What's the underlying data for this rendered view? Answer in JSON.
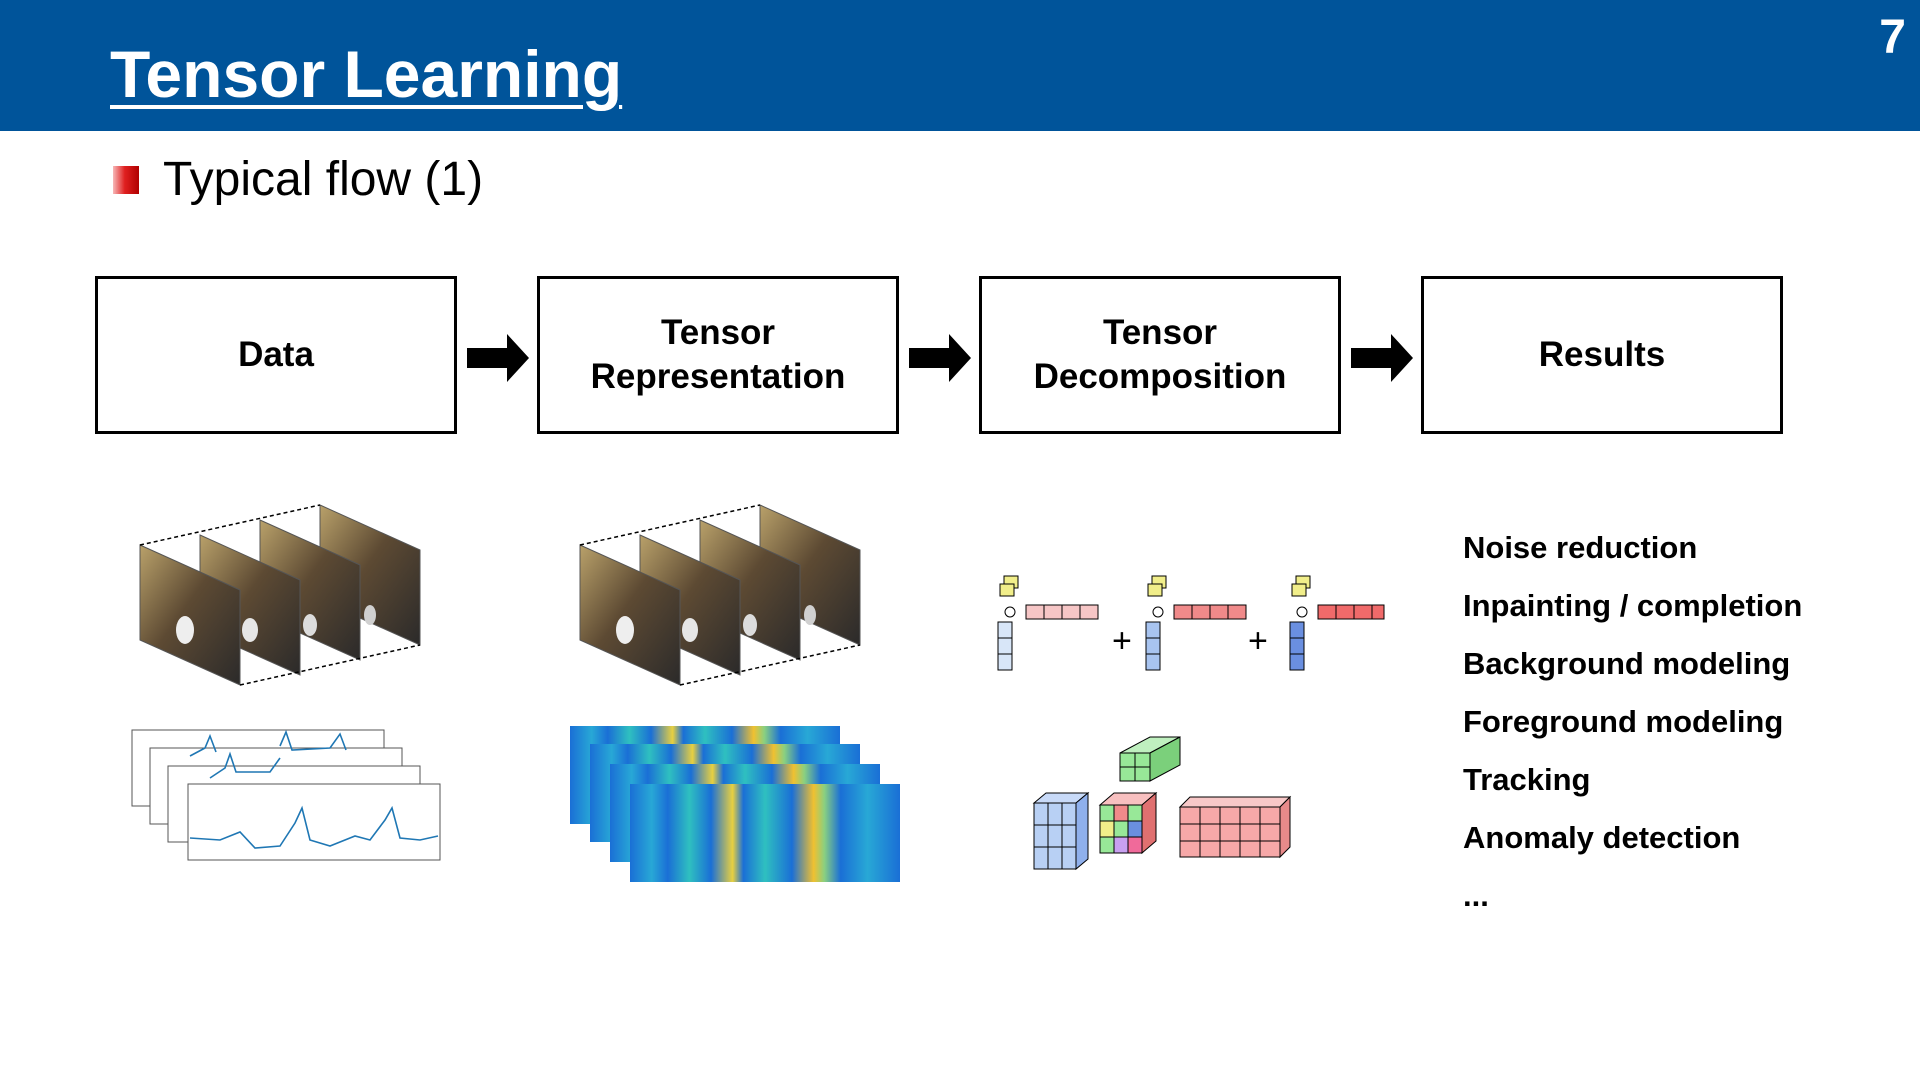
{
  "slide": {
    "title": "Tensor Learning",
    "number": "7",
    "subtitle": "Typical flow (1)"
  },
  "flow": {
    "steps": [
      {
        "line1": "Data",
        "line2": ""
      },
      {
        "line1": "Tensor",
        "line2": "Representation"
      },
      {
        "line1": "Tensor",
        "line2": "Decomposition"
      },
      {
        "line1": "Results",
        "line2": ""
      }
    ]
  },
  "decomposition": {
    "plus": "+"
  },
  "results": [
    "Noise reduction",
    "Inpainting / completion",
    "Background modeling",
    "Foreground modeling",
    "Tracking",
    "Anomaly detection",
    "..."
  ],
  "colors": {
    "header": "#00549a",
    "bullet": "#e02020",
    "factor_yellow": "#f1ee8a",
    "factor_red": "#f08a8a",
    "factor_blue": "#6a8fe0",
    "core_green": "#98e898"
  }
}
